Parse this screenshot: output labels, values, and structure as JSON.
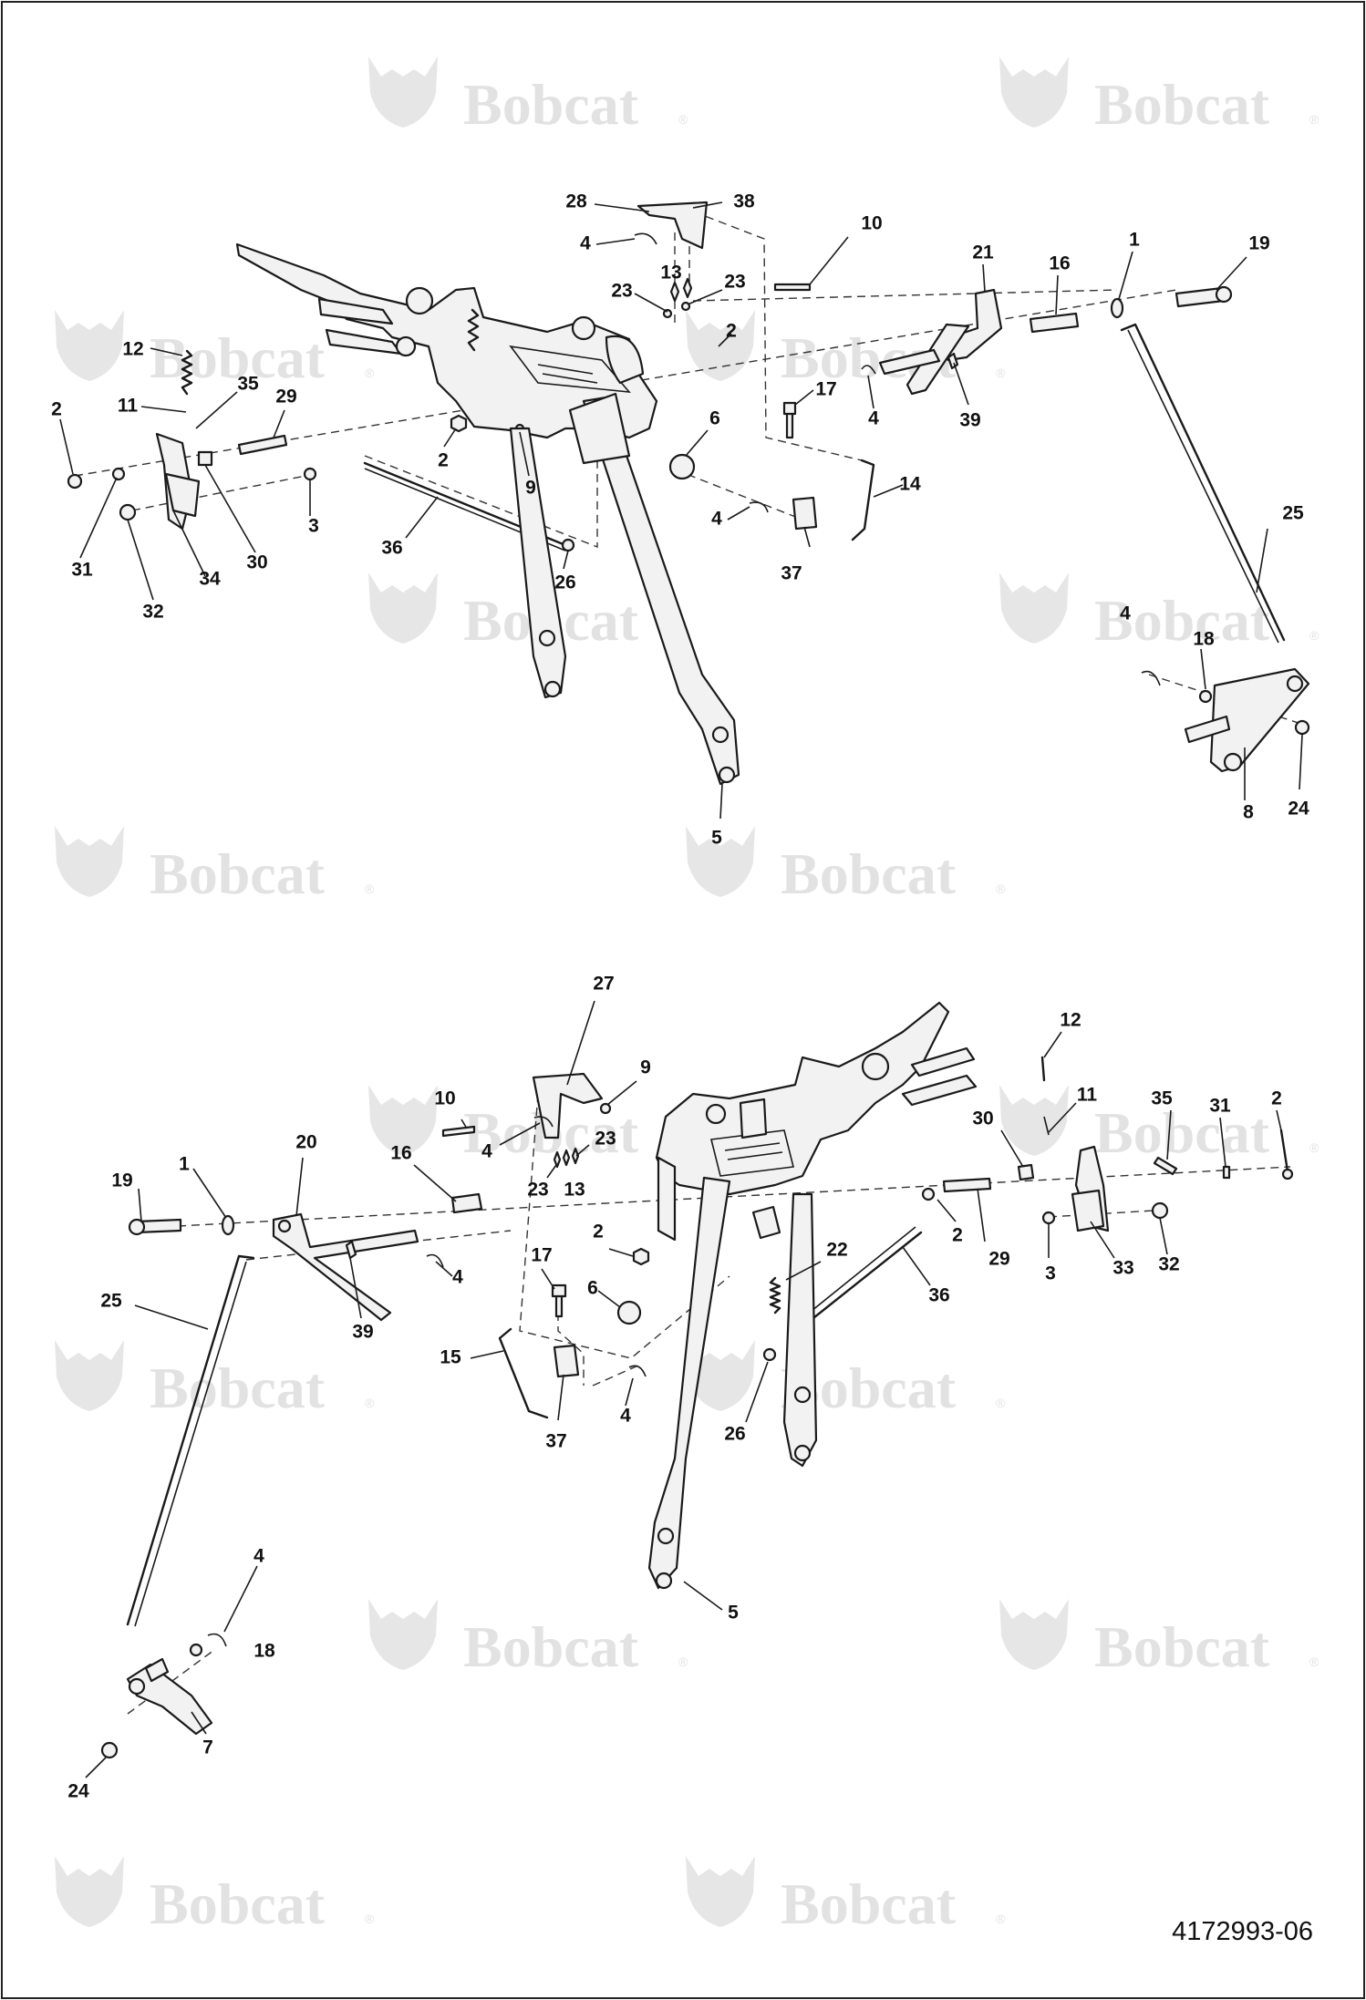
{
  "document_number": "4172993-06",
  "watermark": {
    "brand": "Bobcat",
    "registered_mark": "®"
  },
  "views": [
    {
      "name": "upper-view",
      "callouts": [
        "28",
        "38",
        "4",
        "13",
        "23",
        "23",
        "10",
        "21",
        "16",
        "1",
        "19",
        "12",
        "35",
        "29",
        "2",
        "11",
        "2",
        "31",
        "34",
        "30",
        "32",
        "3",
        "9",
        "36",
        "26",
        "2",
        "6",
        "17",
        "4",
        "39",
        "14",
        "4",
        "37",
        "25",
        "4",
        "18",
        "8",
        "24",
        "5"
      ]
    },
    {
      "name": "lower-view",
      "callouts": [
        "27",
        "9",
        "10",
        "4",
        "16",
        "23",
        "13",
        "23",
        "20",
        "1",
        "19",
        "2",
        "39",
        "4",
        "25",
        "17",
        "6",
        "15",
        "37",
        "4",
        "26",
        "22",
        "36",
        "5",
        "12",
        "11",
        "30",
        "35",
        "31",
        "2",
        "2",
        "29",
        "3",
        "33",
        "32",
        "4",
        "18",
        "7",
        "24"
      ]
    }
  ]
}
